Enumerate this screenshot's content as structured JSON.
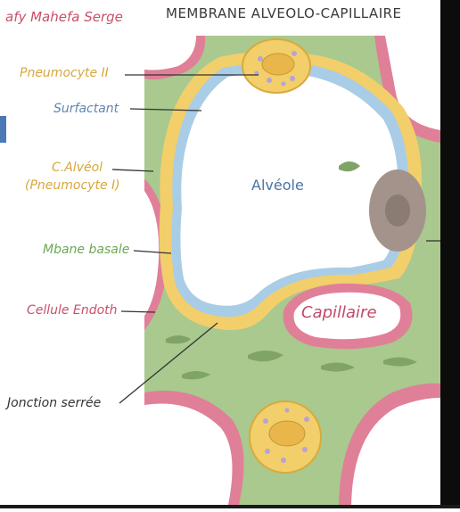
{
  "author": "afy Mahefa Serge",
  "title": "MEMBRANE ALVEOLO-CAPILLAIRE",
  "labels": {
    "pneumocyte2": "Pneumocyte II",
    "surfactant": "Surfactant",
    "calveol_line1": "C.Alvéol",
    "calveol_line2": "(Pneumocyte I)",
    "mbane_basale": "Mbane basale",
    "cellule_endoth": "Cellule Endoth",
    "jonction_serree": "Jonction serrée",
    "alveole": "Alvéole",
    "capillaire": "Capillaire"
  },
  "colors": {
    "interstitium_green": "#a9c98f",
    "epithelium_yellow": "#f2cf6a",
    "surfactant_blue": "#a9cde6",
    "endothelium_pink": "#e07f98",
    "capillary_lumen": "#ffffff",
    "macrophage_grey": "#a3938b"
  }
}
